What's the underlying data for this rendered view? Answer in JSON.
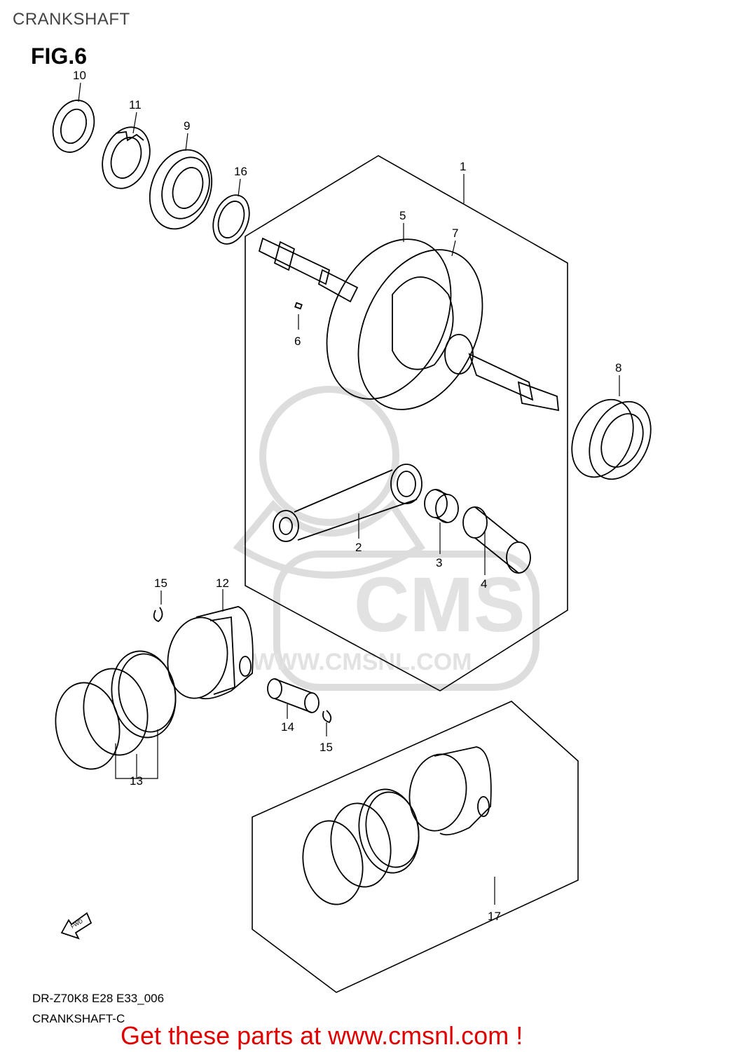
{
  "header": {
    "title": "CRANKSHAFT"
  },
  "figure": {
    "label": "FIG.6"
  },
  "callouts": [
    {
      "id": "1",
      "text": "1"
    },
    {
      "id": "2",
      "text": "2"
    },
    {
      "id": "3",
      "text": "3"
    },
    {
      "id": "4",
      "text": "4"
    },
    {
      "id": "5",
      "text": "5"
    },
    {
      "id": "6",
      "text": "6"
    },
    {
      "id": "7",
      "text": "7"
    },
    {
      "id": "8",
      "text": "8"
    },
    {
      "id": "9",
      "text": "9"
    },
    {
      "id": "10",
      "text": "10"
    },
    {
      "id": "11",
      "text": "11"
    },
    {
      "id": "12",
      "text": "12"
    },
    {
      "id": "13",
      "text": "13"
    },
    {
      "id": "14",
      "text": "14"
    },
    {
      "id": "15a",
      "text": "15"
    },
    {
      "id": "15b",
      "text": "15"
    },
    {
      "id": "16",
      "text": "16"
    },
    {
      "id": "17",
      "text": "17"
    }
  ],
  "fwd_label": "FWD",
  "watermark": {
    "brand": "CMS",
    "url": "WWW.CMSNL.COM"
  },
  "footer": {
    "code": "DR-Z70K8 E28 E33_006",
    "name": "CRANKSHAFT-C",
    "cta": "Get these parts at www.cmsnl.com !"
  },
  "colors": {
    "cta": "#e00000",
    "line": "#000000",
    "watermark": "#d8d8d8"
  }
}
